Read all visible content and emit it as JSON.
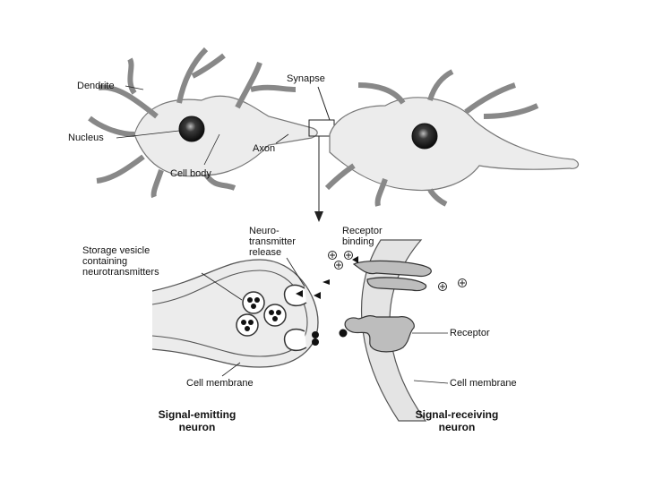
{
  "labels": {
    "dendrite": "Dendrite",
    "synapse": "Synapse",
    "nucleus": "Nucleus",
    "axon": "Axon",
    "cell_body": "Cell body",
    "neurotransmitter_release": "Neuro-\ntransmitter\nrelease",
    "receptor_binding": "Receptor\nbinding",
    "storage_vesicle": "Storage vesicle\ncontaining\nneurotransmitters",
    "receptor": "Receptor",
    "cell_membrane_left": "Cell membrane",
    "cell_membrane_right": "Cell membrane"
  },
  "captions": {
    "left_title": "Signal-emitting",
    "left_sub": "neuron",
    "right_title": "Signal-receiving",
    "right_sub": "neuron"
  }
}
